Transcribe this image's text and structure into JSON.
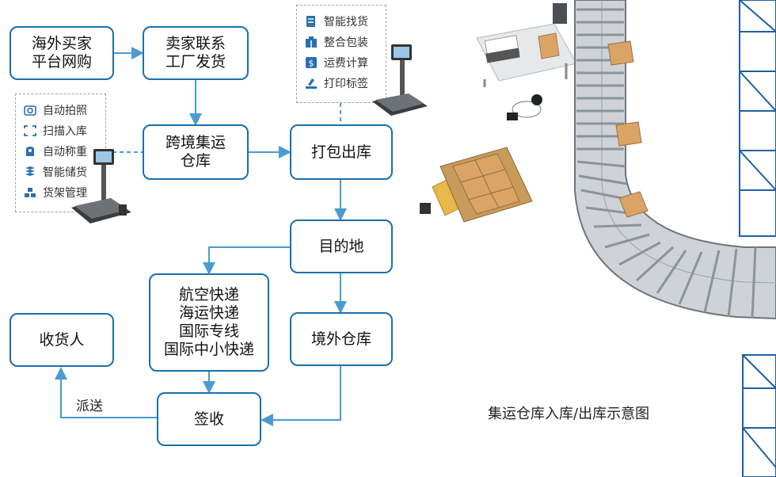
{
  "flow": {
    "overseas_buyer": "海外买家\n平台网购",
    "seller_ship": "卖家联系\n工厂发货",
    "cross_border_warehouse": "跨境集运\n仓库",
    "pack_outbound": "打包出库",
    "destination": "目的地",
    "express_options": "航空快递\n海运快递\n国际专线\n国际中小快递",
    "overseas_warehouse": "境外仓库",
    "sign": "签收",
    "receiver": "收货人",
    "dispatch_label": "派送"
  },
  "left_panel": {
    "items": [
      {
        "label": "自动拍照",
        "icon": "camera-icon"
      },
      {
        "label": "扫描入库",
        "icon": "scan-icon"
      },
      {
        "label": "自动称重",
        "icon": "weight-icon"
      },
      {
        "label": "智能储货",
        "icon": "storage-icon"
      },
      {
        "label": "货架管理",
        "icon": "shelf-icon"
      }
    ]
  },
  "top_panel": {
    "items": [
      {
        "label": "智能找货",
        "icon": "search-goods-icon"
      },
      {
        "label": "整合包装",
        "icon": "package-icon"
      },
      {
        "label": "运费计算",
        "icon": "dollar-icon"
      },
      {
        "label": "打印标签",
        "icon": "print-icon"
      }
    ]
  },
  "caption": "集运仓库入库/出库示意图",
  "colors": {
    "accent": "#1b6fae",
    "arrow": "#4a9bd1",
    "box_brown": "#d9a466"
  }
}
